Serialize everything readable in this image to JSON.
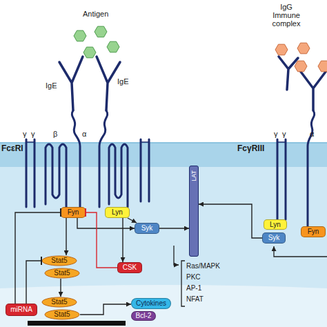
{
  "diagram": {
    "nodes": [
      {
        "text": [
          "Fyn"
        ]
      },
      {
        "text": [
          "Lyn"
        ]
      },
      {
        "text": [
          "Syk"
        ]
      },
      {
        "text": [
          "LAT"
        ]
      },
      {
        "text": [
          "CSK"
        ]
      },
      {
        "text": [
          "Stat5"
        ]
      },
      {
        "text": [
          "Stat5"
        ]
      },
      {
        "text": [
          "miRNA"
        ]
      },
      {
        "text": [
          "Stat5"
        ]
      },
      {
        "text": [
          "Stat5"
        ]
      },
      {
        "text": [
          "Cytokines"
        ]
      },
      {
        "text": [
          "Bcl-2"
        ]
      },
      {
        "text": [
          "Lyn"
        ]
      },
      {
        "text": [
          "Syk"
        ]
      },
      {
        "text": [
          "Fyn"
        ]
      }
    ],
    "edges": [
      {
        "from": 0,
        "to": 2,
        "arrow": "to"
      },
      {
        "from": 1,
        "to": 2,
        "arrow": "to"
      },
      {
        "from": 2,
        "to": 3,
        "arrow": "to"
      },
      {
        "from": 1,
        "to": 4,
        "arrow": "to"
      },
      {
        "from": 4,
        "to": 0,
        "arrow": "to"
      },
      {
        "from": 0,
        "to": 5,
        "arrow": "to"
      },
      {
        "from": 7,
        "to": 0,
        "arrow": "to"
      },
      {
        "from": 7,
        "to": 5,
        "arrow": "to"
      },
      {
        "from": 6,
        "to": 8,
        "arrow": "to"
      },
      {
        "from": 9,
        "to": 10,
        "arrow": "to"
      },
      {
        "from": 13,
        "to": 3,
        "arrow": "to"
      }
    ],
    "labels": [
      "FcεRI",
      "γ",
      "γ",
      "β",
      "α",
      "Antigen",
      "IgE",
      "IgE",
      "FcγRIII",
      "IgG Immune complex",
      "γ",
      "γ",
      "α",
      "Ras/MAPK",
      "PKC",
      "AP-1",
      "NFAT"
    ]
  }
}
